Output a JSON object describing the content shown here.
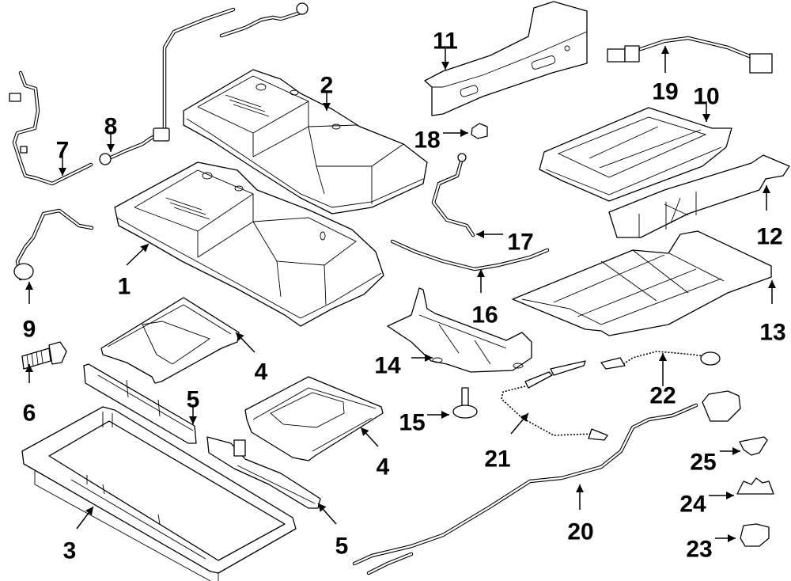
{
  "diagram": {
    "type": "exploded-parts-diagram",
    "subject": "hybrid battery pack assembly",
    "ink_color": "#000000",
    "background_color": "#ffffff",
    "callouts": [
      {
        "id": "c1",
        "label": "1",
        "part": "battery-module-front"
      },
      {
        "id": "c2",
        "label": "2",
        "part": "battery-module-rear"
      },
      {
        "id": "c3",
        "label": "3",
        "part": "battery-tray"
      },
      {
        "id": "c4a",
        "label": "4",
        "part": "module-bracket-left"
      },
      {
        "id": "c4b",
        "label": "4",
        "part": "module-bracket-right"
      },
      {
        "id": "c5a",
        "label": "5",
        "part": "side-rail-upper"
      },
      {
        "id": "c5b",
        "label": "5",
        "part": "side-rail-lower"
      },
      {
        "id": "c6",
        "label": "6",
        "part": "bolt"
      },
      {
        "id": "c7",
        "label": "7",
        "part": "wiring-harness-left"
      },
      {
        "id": "c8",
        "label": "8",
        "part": "sensor-harness"
      },
      {
        "id": "c9",
        "label": "9",
        "part": "cable-harness-small"
      },
      {
        "id": "c10",
        "label": "10",
        "part": "control-module"
      },
      {
        "id": "c11",
        "label": "11",
        "part": "junction-block"
      },
      {
        "id": "c12",
        "label": "12",
        "part": "support-bracket"
      },
      {
        "id": "c13",
        "label": "13",
        "part": "floor-panel"
      },
      {
        "id": "c14",
        "label": "14",
        "part": "mount-bracket"
      },
      {
        "id": "c15",
        "label": "15",
        "part": "stud"
      },
      {
        "id": "c16",
        "label": "16",
        "part": "cable"
      },
      {
        "id": "c17",
        "label": "17",
        "part": "ground-cable"
      },
      {
        "id": "c18",
        "label": "18",
        "part": "cap"
      },
      {
        "id": "c19",
        "label": "19",
        "part": "connector-cable"
      },
      {
        "id": "c20",
        "label": "20",
        "part": "main-harness"
      },
      {
        "id": "c21",
        "label": "21",
        "part": "sensor-wire"
      },
      {
        "id": "c22",
        "label": "22",
        "part": "ground-strap"
      },
      {
        "id": "c23",
        "label": "23",
        "part": "clip"
      },
      {
        "id": "c24",
        "label": "24",
        "part": "retainer"
      },
      {
        "id": "c25",
        "label": "25",
        "part": "fastener-clip"
      }
    ]
  }
}
